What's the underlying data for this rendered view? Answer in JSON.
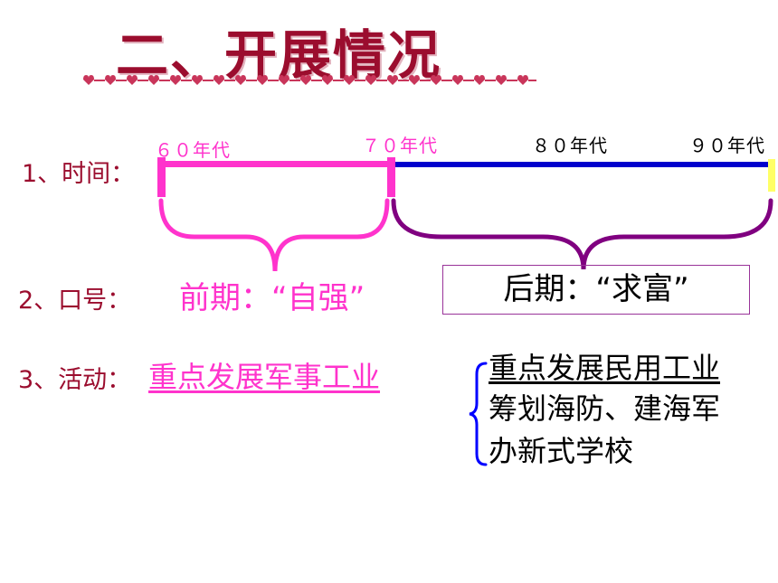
{
  "title": "二、开展情况",
  "colors": {
    "title": "#9b0d2e",
    "early_period": "#ff33cc",
    "late_timeline": "#0000cc",
    "late_bracket": "#800080",
    "activity_brace": "#0000ff"
  },
  "rows": {
    "time_label": "1、时间：",
    "slogan_label": "2、口号：",
    "activity_label": "3、活动："
  },
  "timeline": {
    "decades": [
      "６０年代",
      "７０年代",
      "８０年代",
      "９０年代"
    ]
  },
  "slogans": {
    "early": "前期：“自强”",
    "late": "后期：“求富”"
  },
  "activities": {
    "early": "重点发展军事工业",
    "late": [
      "重点发展民用工业",
      "筹划海防、建海军",
      "办新式学校"
    ]
  }
}
